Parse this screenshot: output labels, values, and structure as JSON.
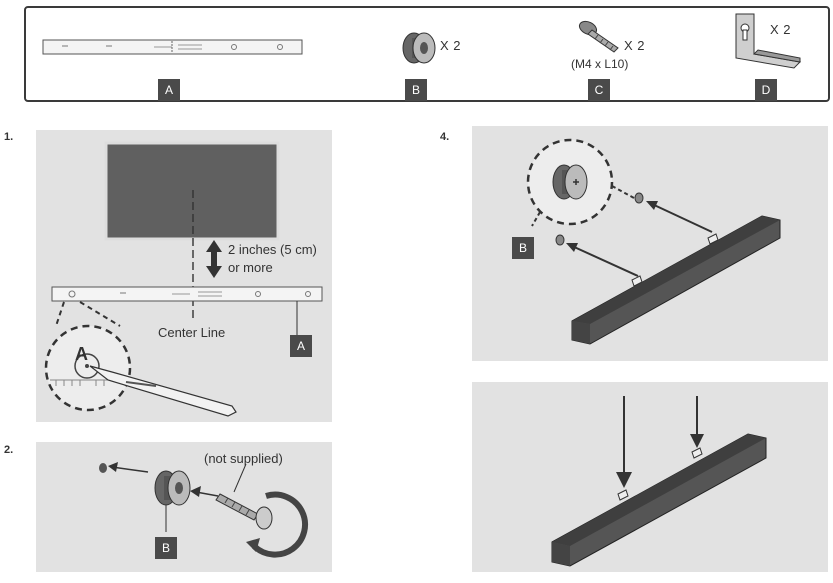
{
  "parts": {
    "a": {
      "badge": "A"
    },
    "b": {
      "badge": "B",
      "qty": "X 2"
    },
    "c": {
      "badge": "C",
      "qty": "X 2",
      "spec": "(M4 x L10)"
    },
    "d": {
      "badge": "D",
      "qty": "X 2"
    }
  },
  "steps": {
    "s1": {
      "number": "1.",
      "distance": "2 inches (5 cm)",
      "distance_suffix": "or more",
      "center_line": "Center Line",
      "badge": "A",
      "zoom_letter": "A"
    },
    "s2": {
      "number": "2.",
      "note": "(not supplied)",
      "badge": "B"
    },
    "s4": {
      "number": "4.",
      "badge": "B"
    }
  }
}
